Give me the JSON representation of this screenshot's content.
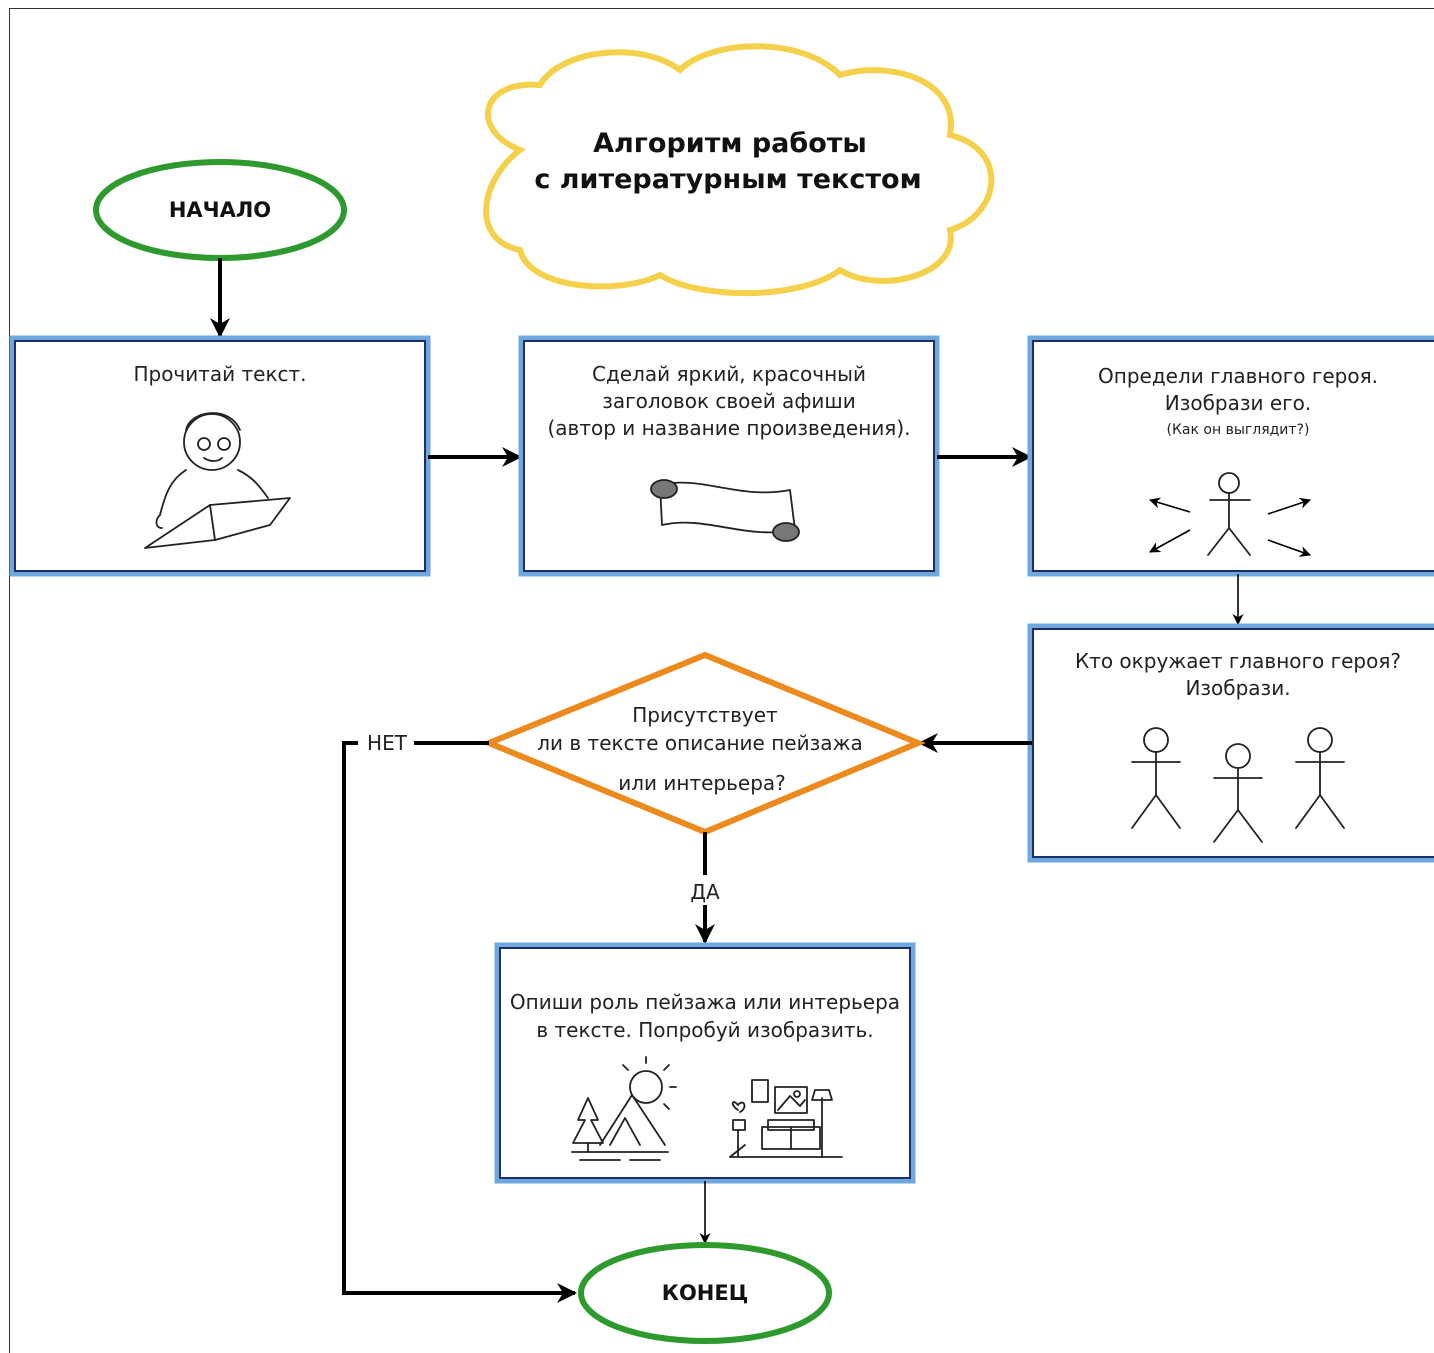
{
  "title": {
    "line1": "Алгоритм работы",
    "line2": "с литературным текстом"
  },
  "nodes": {
    "start": "НАЧАЛО",
    "end": "КОНЕЦ",
    "read": {
      "line1": "Прочитай текст."
    },
    "headline": {
      "line1": "Сделай яркий, красочный",
      "line2": "заголовок своей афиши",
      "line3": "(автор и название произведения)."
    },
    "hero": {
      "line1": "Определи главного героя.",
      "line2": "Изобрази его.",
      "line3": "(Как он выглядит?)"
    },
    "surround": {
      "line1": "Кто окружает главного героя?",
      "line2": "Изобрази."
    },
    "decision": {
      "line1": "Присутствует",
      "line2": "ли в тексте описание пейзажа",
      "line3": "или интерьера?"
    },
    "landscape": {
      "line1": "Опиши роль пейзажа или интерьера",
      "line2": "в тексте. Попробуй изобразить."
    }
  },
  "edges": {
    "no_label": "НЕТ",
    "yes_label": "ДА"
  },
  "icons": {
    "read": "boy-reading-book-icon",
    "headline": "scroll-banner-icon",
    "hero": "stick-figure-with-arrows-icon",
    "surround": "three-stick-figures-icon",
    "landscape": "mountains-landscape-icon",
    "interior": "living-room-interior-icon"
  },
  "colors": {
    "cloud": "#f5d04a",
    "terminal": "#2e9a2e",
    "decision": "#ec8a1e",
    "box_border": "#6fa8dc"
  }
}
